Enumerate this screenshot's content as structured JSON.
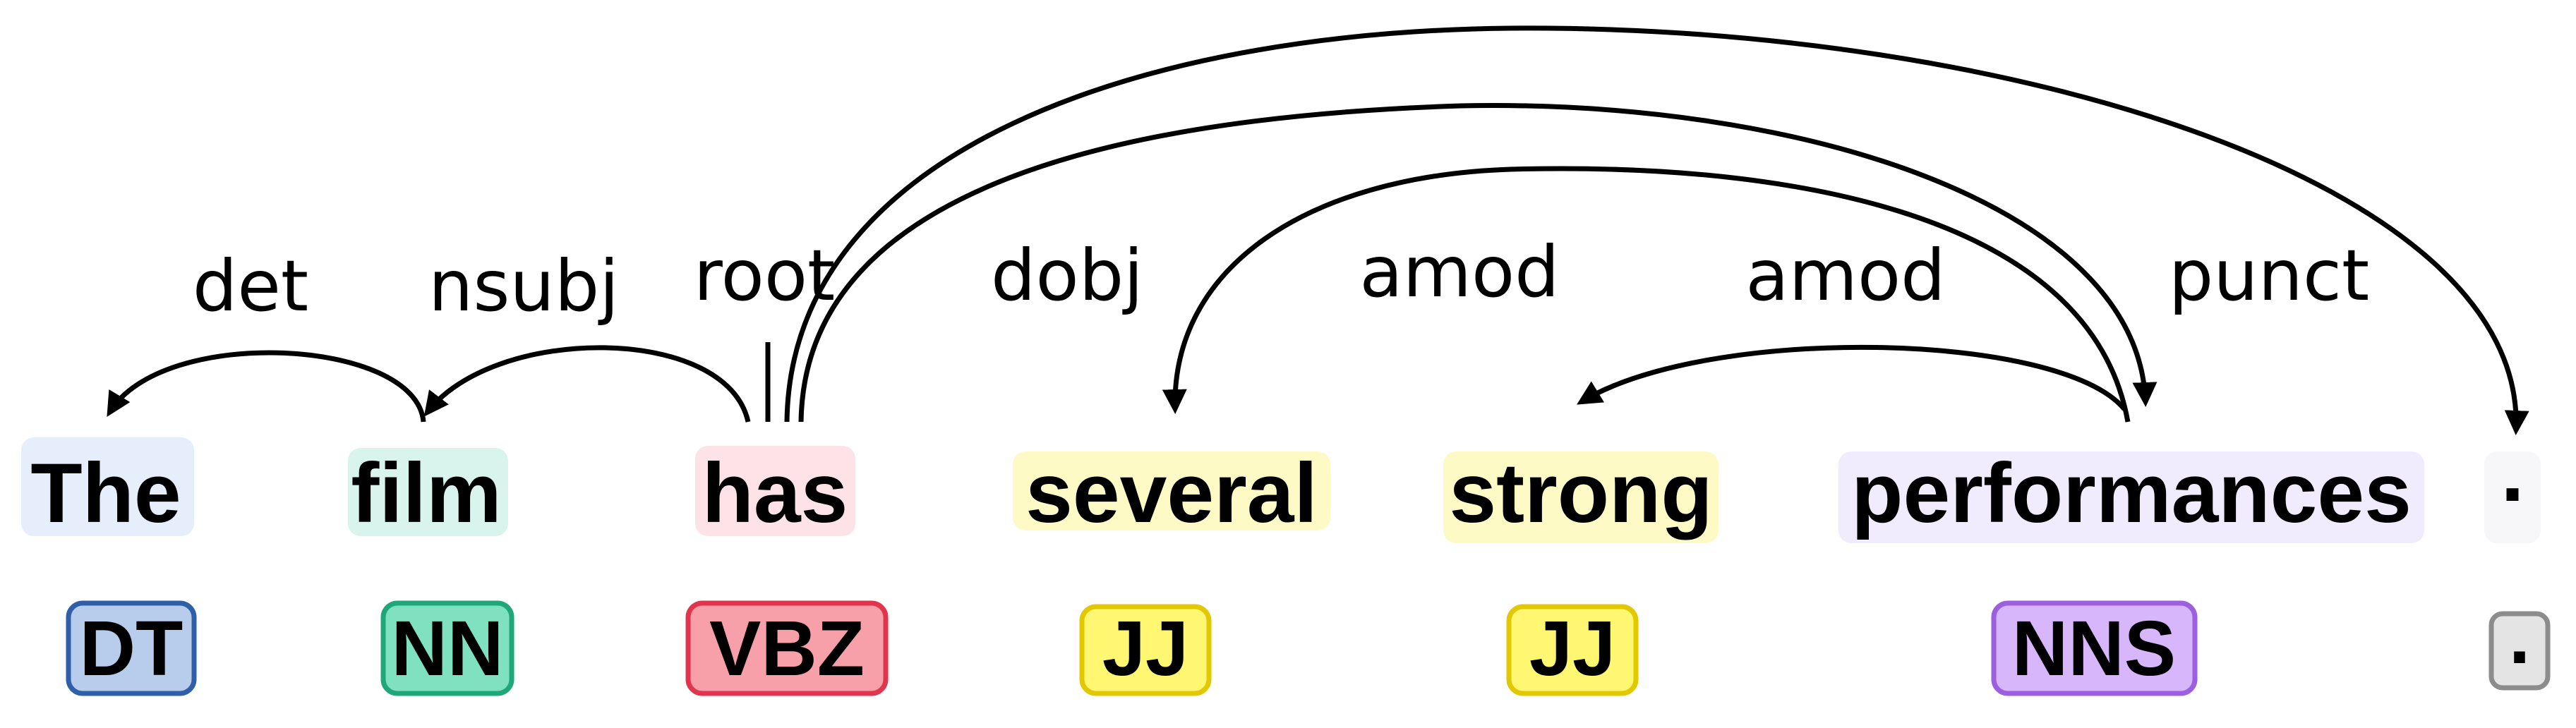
{
  "tokens": [
    {
      "text": "The",
      "tag": "DT",
      "highlight": "#e6edfb",
      "tag_fill": "#b8cdec",
      "tag_stroke": "#2f5fa8"
    },
    {
      "text": "film",
      "tag": "NN",
      "highlight": "#d9f4ec",
      "tag_fill": "#7fe1c0",
      "tag_stroke": "#1fa77a"
    },
    {
      "text": "has",
      "tag": "VBZ",
      "highlight": "#fde3e7",
      "tag_fill": "#f7a0aa",
      "tag_stroke": "#e0354d"
    },
    {
      "text": "several",
      "tag": "JJ",
      "highlight": "#fdfac6",
      "tag_fill": "#fff772",
      "tag_stroke": "#e2c800"
    },
    {
      "text": "strong",
      "tag": "JJ",
      "highlight": "#fdfac6",
      "tag_fill": "#fff772",
      "tag_stroke": "#e2c800"
    },
    {
      "text": "performances",
      "tag": "NNS",
      "highlight": "#f0ebfd",
      "tag_fill": "#d8b6fb",
      "tag_stroke": "#9b5fe0"
    },
    {
      "text": ".",
      "tag": ".",
      "highlight": "#f7f7f9",
      "tag_fill": "#e4e4e4",
      "tag_stroke": "#8c8c8c"
    }
  ],
  "relations": [
    {
      "label": "det",
      "head": 1,
      "dep": 0
    },
    {
      "label": "nsubj",
      "head": 2,
      "dep": 1
    },
    {
      "label": "root",
      "head": null,
      "dep": 2
    },
    {
      "label": "dobj",
      "head": 2,
      "dep": 5
    },
    {
      "label": "amod",
      "head": 5,
      "dep": 3
    },
    {
      "label": "amod",
      "head": 5,
      "dep": 4
    },
    {
      "label": "punct",
      "head": 2,
      "dep": 6
    }
  ]
}
